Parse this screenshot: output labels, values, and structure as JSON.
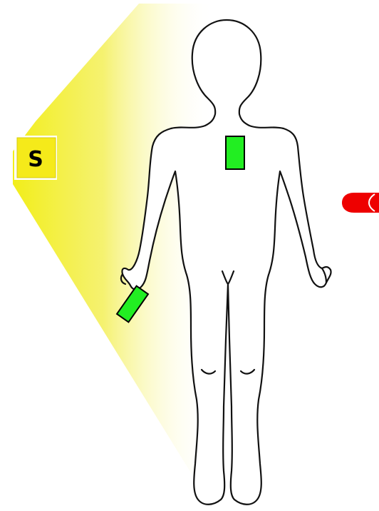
{
  "badge": {
    "label": "S"
  },
  "colors": {
    "beam": "#f2ee1a",
    "badge_fill": "#f5ea1a",
    "badge_text": "#000000",
    "electrode": "#22ee22",
    "electrode_stroke": "#000000",
    "figure_stroke": "#111111",
    "figure_fill": "#ffffff",
    "arrow": "#ee0000"
  },
  "icons": {
    "badge": "letter-s-badge",
    "arrow": "red-arrow-icon",
    "figure": "human-body-outline"
  }
}
